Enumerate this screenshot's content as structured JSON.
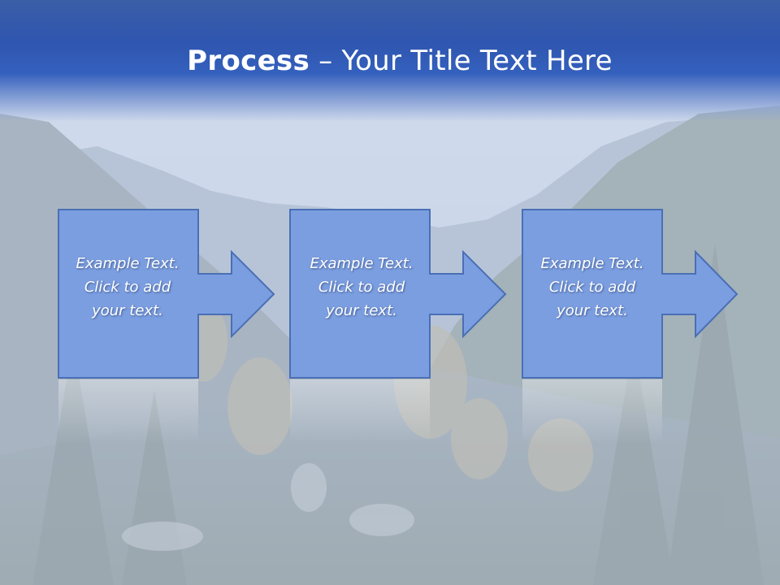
{
  "slide": {
    "title_bold": "Process",
    "title_rest": " – Your Title Text Here"
  },
  "steps": [
    {
      "line1": "Example Text.",
      "line2": "Click  to add",
      "line3": "your text."
    },
    {
      "line1": "Example Text.",
      "line2": "Click  to add",
      "line3": "your text."
    },
    {
      "line1": "Example Text.",
      "line2": "Click  to add",
      "line3": "your text."
    }
  ],
  "colors": {
    "header": "#2f56b0",
    "box_fill": "#7b9ee0",
    "box_stroke": "#4a6fb5",
    "text": "#ffffff"
  }
}
